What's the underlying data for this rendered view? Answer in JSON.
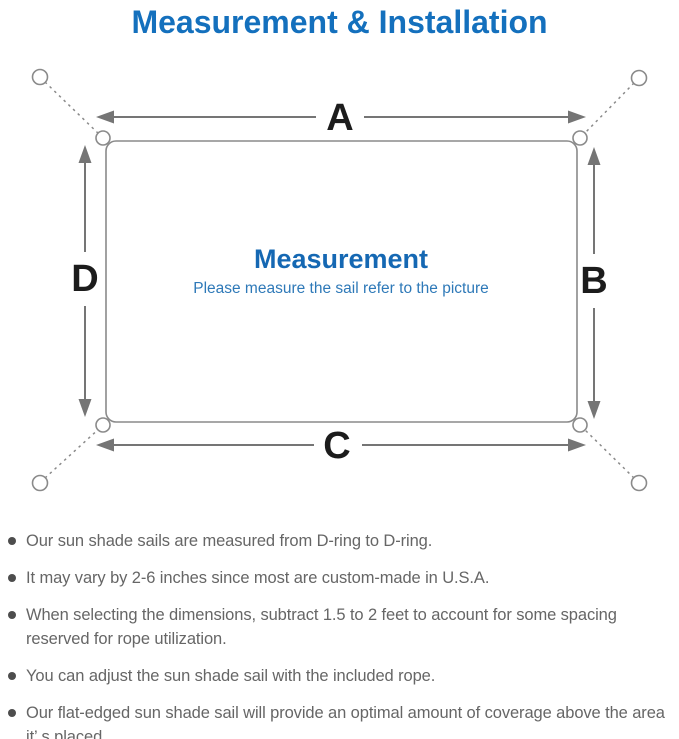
{
  "title": "Measurement & Installation",
  "diagram": {
    "labels": {
      "a": "A",
      "b": "B",
      "c": "C",
      "d": "D"
    },
    "center_heading": "Measurement",
    "center_subtitle": "Please measure the sail refer to the picture"
  },
  "colors": {
    "title_blue": "#1470bd",
    "heading_blue": "#1568b3",
    "subtitle_blue": "#2e79b8",
    "diagram_gray": "#8a8a8a",
    "arrow_gray": "#757575",
    "label_black": "#1c1c1c",
    "body_text_gray": "#666666",
    "bullet_gray": "#4d4d4d"
  },
  "bullets": [
    "Our sun shade sails are measured from D-ring to D-ring.",
    "It may vary by 2-6 inches since most are custom-made in U.S.A.",
    "When selecting the dimensions, subtract 1.5 to 2 feet to account for some spacing reserved for rope utilization.",
    "You can adjust the sun shade sail with the included rope.",
    "Our flat-edged sun shade sail will provide an optimal amount of coverage above the area it’ s placed."
  ]
}
